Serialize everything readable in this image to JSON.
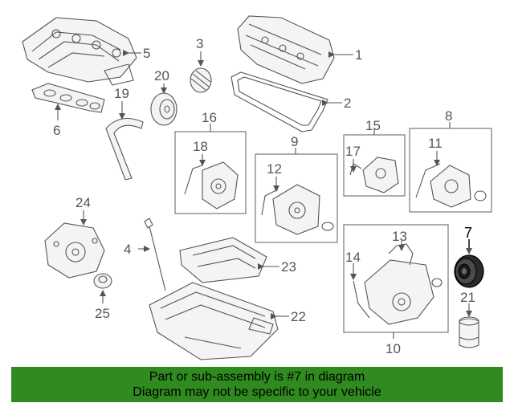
{
  "callouts": {
    "c1": "1",
    "c2": "2",
    "c3": "3",
    "c5": "5",
    "c6": "6",
    "c7": "7",
    "c8": "8",
    "c9": "9",
    "c10": "10",
    "c11": "11",
    "c12": "12",
    "c13": "13",
    "c14": "14",
    "c15": "15",
    "c16": "16",
    "c17": "17",
    "c18": "18",
    "c19": "19",
    "c20": "20",
    "c21": "21",
    "c22": "22",
    "c23": "23",
    "c24": "24",
    "c25": "25",
    "c4": "4"
  },
  "banner": {
    "line1": "Part or sub-assembly is #7 in diagram",
    "line2": "Diagram may not be specific to your vehicle"
  },
  "colors": {
    "banner_bg": "#2f8a1f",
    "highlight_part": "#3a3a3a"
  }
}
